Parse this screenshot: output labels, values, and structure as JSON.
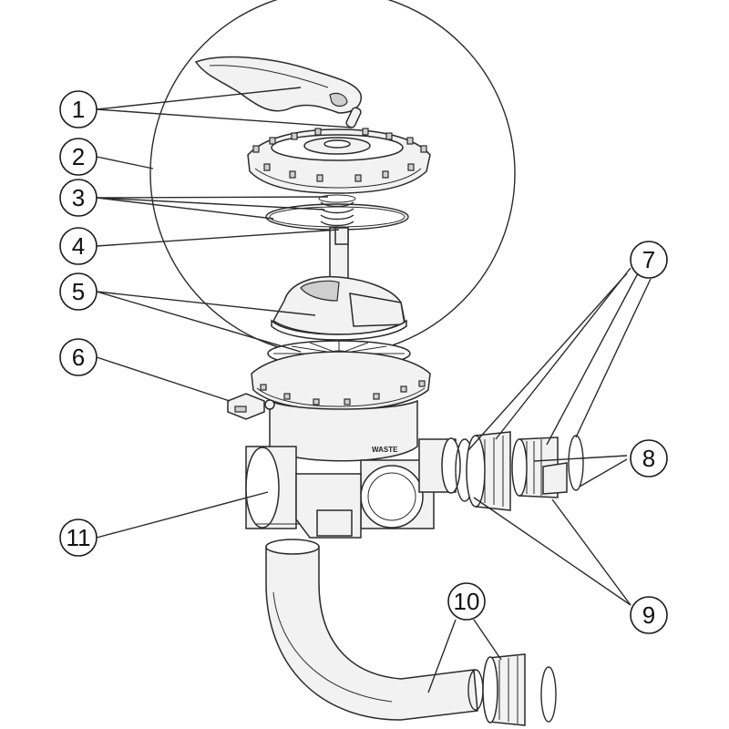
{
  "callouts": [
    {
      "id": "1",
      "label": "1"
    },
    {
      "id": "2",
      "label": "2"
    },
    {
      "id": "3",
      "label": "3"
    },
    {
      "id": "4",
      "label": "4"
    },
    {
      "id": "5",
      "label": "5"
    },
    {
      "id": "6",
      "label": "6"
    },
    {
      "id": "7",
      "label": "7"
    },
    {
      "id": "8",
      "label": "8"
    },
    {
      "id": "9",
      "label": "9"
    },
    {
      "id": "10",
      "label": "10"
    },
    {
      "id": "11",
      "label": "11"
    }
  ],
  "stamp_text": "WASTE",
  "colors": {
    "line": "#2b2b2b",
    "fill": "#f2f2f2",
    "background": "#ffffff"
  }
}
